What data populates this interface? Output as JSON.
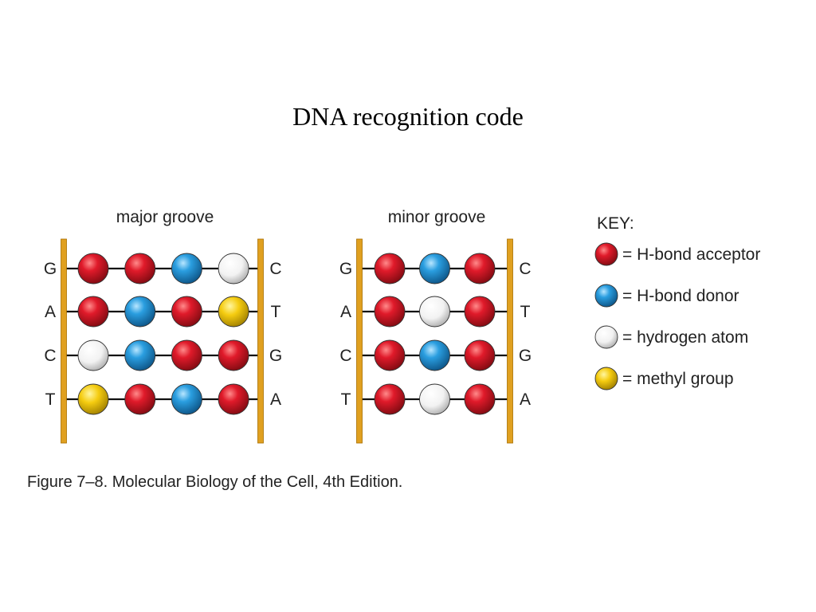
{
  "title": "DNA recognition code",
  "caption": "Figure 7–8. Molecular Biology of the Cell, 4th Edition.",
  "colors": {
    "acceptor": "#cc1122",
    "donor": "#1a8fd6",
    "hydrogen": "#f4f4f4",
    "methyl": "#f5cc10",
    "backbone": "#e0a020"
  },
  "panels": [
    {
      "label": "major groove",
      "rows": [
        {
          "left": "G",
          "right": "C",
          "atoms": [
            "acceptor",
            "acceptor",
            "donor",
            "hydrogen"
          ]
        },
        {
          "left": "A",
          "right": "T",
          "atoms": [
            "acceptor",
            "donor",
            "acceptor",
            "methyl"
          ]
        },
        {
          "left": "C",
          "right": "G",
          "atoms": [
            "hydrogen",
            "donor",
            "acceptor",
            "acceptor"
          ]
        },
        {
          "left": "T",
          "right": "A",
          "atoms": [
            "methyl",
            "acceptor",
            "donor",
            "acceptor"
          ]
        }
      ]
    },
    {
      "label": "minor groove",
      "rows": [
        {
          "left": "G",
          "right": "C",
          "atoms": [
            "acceptor",
            "donor",
            "acceptor"
          ]
        },
        {
          "left": "A",
          "right": "T",
          "atoms": [
            "acceptor",
            "hydrogen",
            "acceptor"
          ]
        },
        {
          "left": "C",
          "right": "G",
          "atoms": [
            "acceptor",
            "donor",
            "acceptor"
          ]
        },
        {
          "left": "T",
          "right": "A",
          "atoms": [
            "acceptor",
            "hydrogen",
            "acceptor"
          ]
        }
      ]
    }
  ],
  "key": {
    "heading": "KEY:",
    "items": [
      {
        "type": "acceptor",
        "label": "= H-bond acceptor"
      },
      {
        "type": "donor",
        "label": "= H-bond donor"
      },
      {
        "type": "hydrogen",
        "label": "= hydrogen atom"
      },
      {
        "type": "methyl",
        "label": "= methyl group"
      }
    ]
  }
}
